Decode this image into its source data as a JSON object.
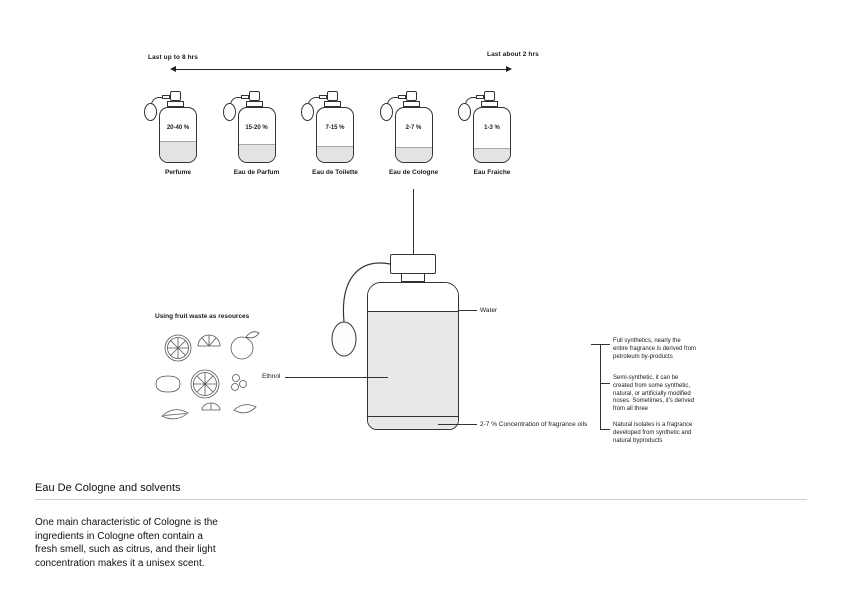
{
  "timeline": {
    "left_label": "Last up to 8 hrs",
    "right_label": "Last about 2 hrs"
  },
  "bottles": [
    {
      "name": "Perfume",
      "concentration": "20-40 %",
      "fill": "38%"
    },
    {
      "name": "Eau de Parfum",
      "concentration": "15-20 %",
      "fill": "34%"
    },
    {
      "name": "Eau de Toilette",
      "concentration": "7-15 %",
      "fill": "30%"
    },
    {
      "name": "Eau de Cologne",
      "concentration": "2-7 %",
      "fill": "28%"
    },
    {
      "name": "Eau Fraiche",
      "concentration": "1-3 %",
      "fill": "26%"
    }
  ],
  "fruit_note": "Using fruit waste as resources",
  "big_bottle_labels": {
    "water": "Water",
    "ethanol": "Ethnol",
    "fragrance": "2-7 % Concentration of fragrance oils"
  },
  "synthetic_notes": [
    "Full synthetics, nearly the entire fragrance is derived from petroleum by-products",
    "Semi-synthetic, it can be created from some synthetic, natural, or artificially modified noses. Sometimes, it's derived from all three",
    "Natural isolates is a fragrance developed from synthetic and natural byproducts"
  ],
  "footer": {
    "heading": "Eau De Cologne and solvents",
    "paragraph": "One main characteristic of Cologne is the\ningredients in Cologne often contain a\nfresh smell, such as citrus, and their light\nconcentration makes it a unisex scent."
  },
  "colors": {
    "ink": "#1a1a1a",
    "liquid_gray": "#e8e8e8",
    "divider_gray": "#cfcfcf"
  }
}
